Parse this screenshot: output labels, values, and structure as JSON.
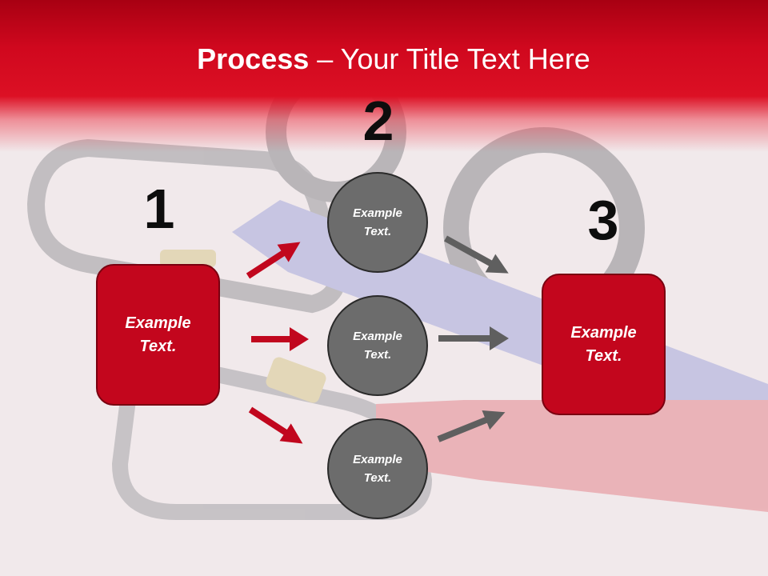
{
  "title": {
    "bold": "Process",
    "rest": " – Your Title Text Here"
  },
  "steps": [
    {
      "number": "1",
      "text": "Example Text."
    },
    {
      "number": "2",
      "items": [
        "Example Text.",
        "Example Text.",
        "Example Text."
      ]
    },
    {
      "number": "3",
      "text": "Example Text."
    }
  ],
  "colors": {
    "accent": "#c3061d",
    "circle": "#6c6c6c",
    "arrow_red": "#c1071e",
    "arrow_gray": "#5f5f5f"
  }
}
